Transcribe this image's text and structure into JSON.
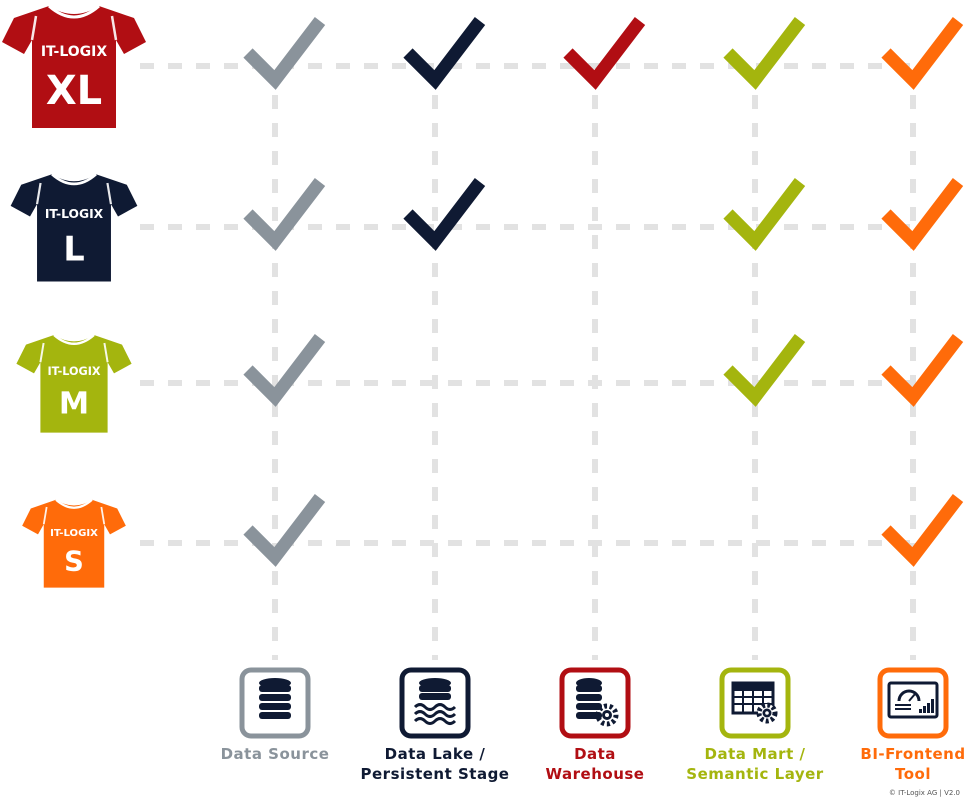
{
  "brand": "IT-LOGIX",
  "copyright": "© IT-Logix AG | V2.0",
  "colors": {
    "grey": "#8a939b",
    "navy": "#0f1a33",
    "red": "#b10e13",
    "lime": "#a4b50e",
    "orange": "#ff6b0a",
    "grid": "#e2e2e2"
  },
  "sizes": [
    {
      "label": "XL",
      "color": "#b10e13",
      "checks": [
        true,
        true,
        true,
        true,
        true
      ]
    },
    {
      "label": "L",
      "color": "#0f1a33",
      "checks": [
        true,
        true,
        false,
        true,
        true
      ]
    },
    {
      "label": "M",
      "color": "#a4b50e",
      "checks": [
        true,
        false,
        false,
        true,
        true
      ]
    },
    {
      "label": "S",
      "color": "#ff6b0a",
      "checks": [
        true,
        false,
        false,
        false,
        true
      ]
    }
  ],
  "layers": [
    {
      "line1": "Data Source",
      "line2": "",
      "color": "#8a939b",
      "icon": "database-icon"
    },
    {
      "line1": "Data Lake /",
      "line2": "Persistent Stage",
      "color": "#0f1a33",
      "icon": "data-lake-icon"
    },
    {
      "line1": "Data",
      "line2": "Warehouse",
      "color": "#b10e13",
      "icon": "database-gear-icon"
    },
    {
      "line1": "Data Mart /",
      "line2": "Semantic Layer",
      "color": "#a4b50e",
      "icon": "table-gear-icon"
    },
    {
      "line1": "BI-Frontend",
      "line2": "Tool",
      "color": "#ff6b0a",
      "icon": "dashboard-icon"
    }
  ]
}
